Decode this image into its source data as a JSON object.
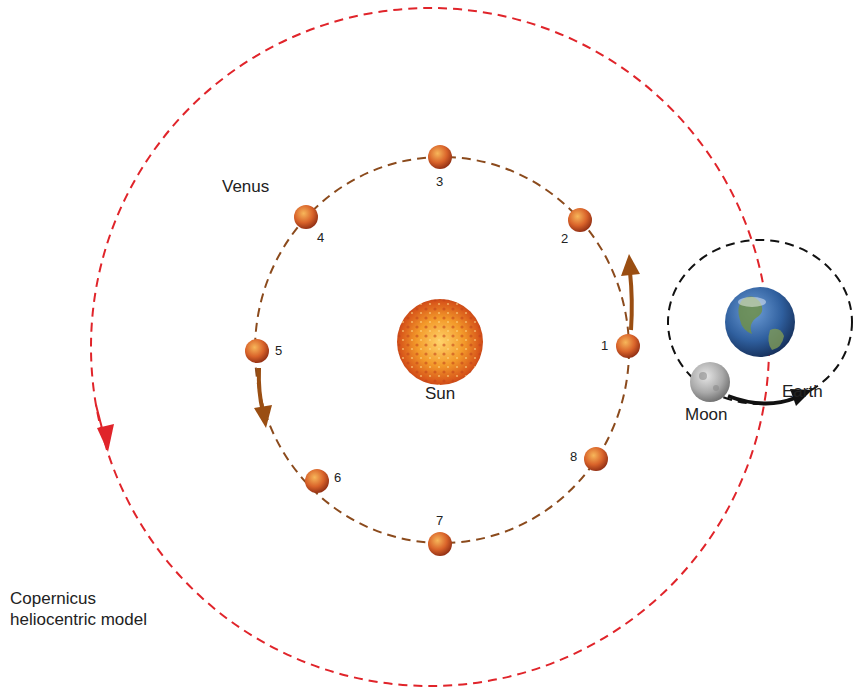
{
  "diagram": {
    "caption": "Copernicus heliocentric model",
    "nodes": [
      {
        "text": [
          "3"
        ]
      },
      {
        "text": [
          "4"
        ]
      },
      {
        "text": [
          "2"
        ]
      },
      {
        "text": [
          "5"
        ]
      },
      {
        "text": [
          "1"
        ]
      },
      {
        "text": [
          "Sun"
        ]
      },
      {
        "text": [
          "Earth"
        ]
      },
      {
        "text": [
          "Moon"
        ]
      },
      {
        "text": [
          "8"
        ]
      },
      {
        "text": [
          "6"
        ]
      },
      {
        "text": [
          "7"
        ]
      }
    ],
    "labels": [
      "Venus"
    ]
  }
}
